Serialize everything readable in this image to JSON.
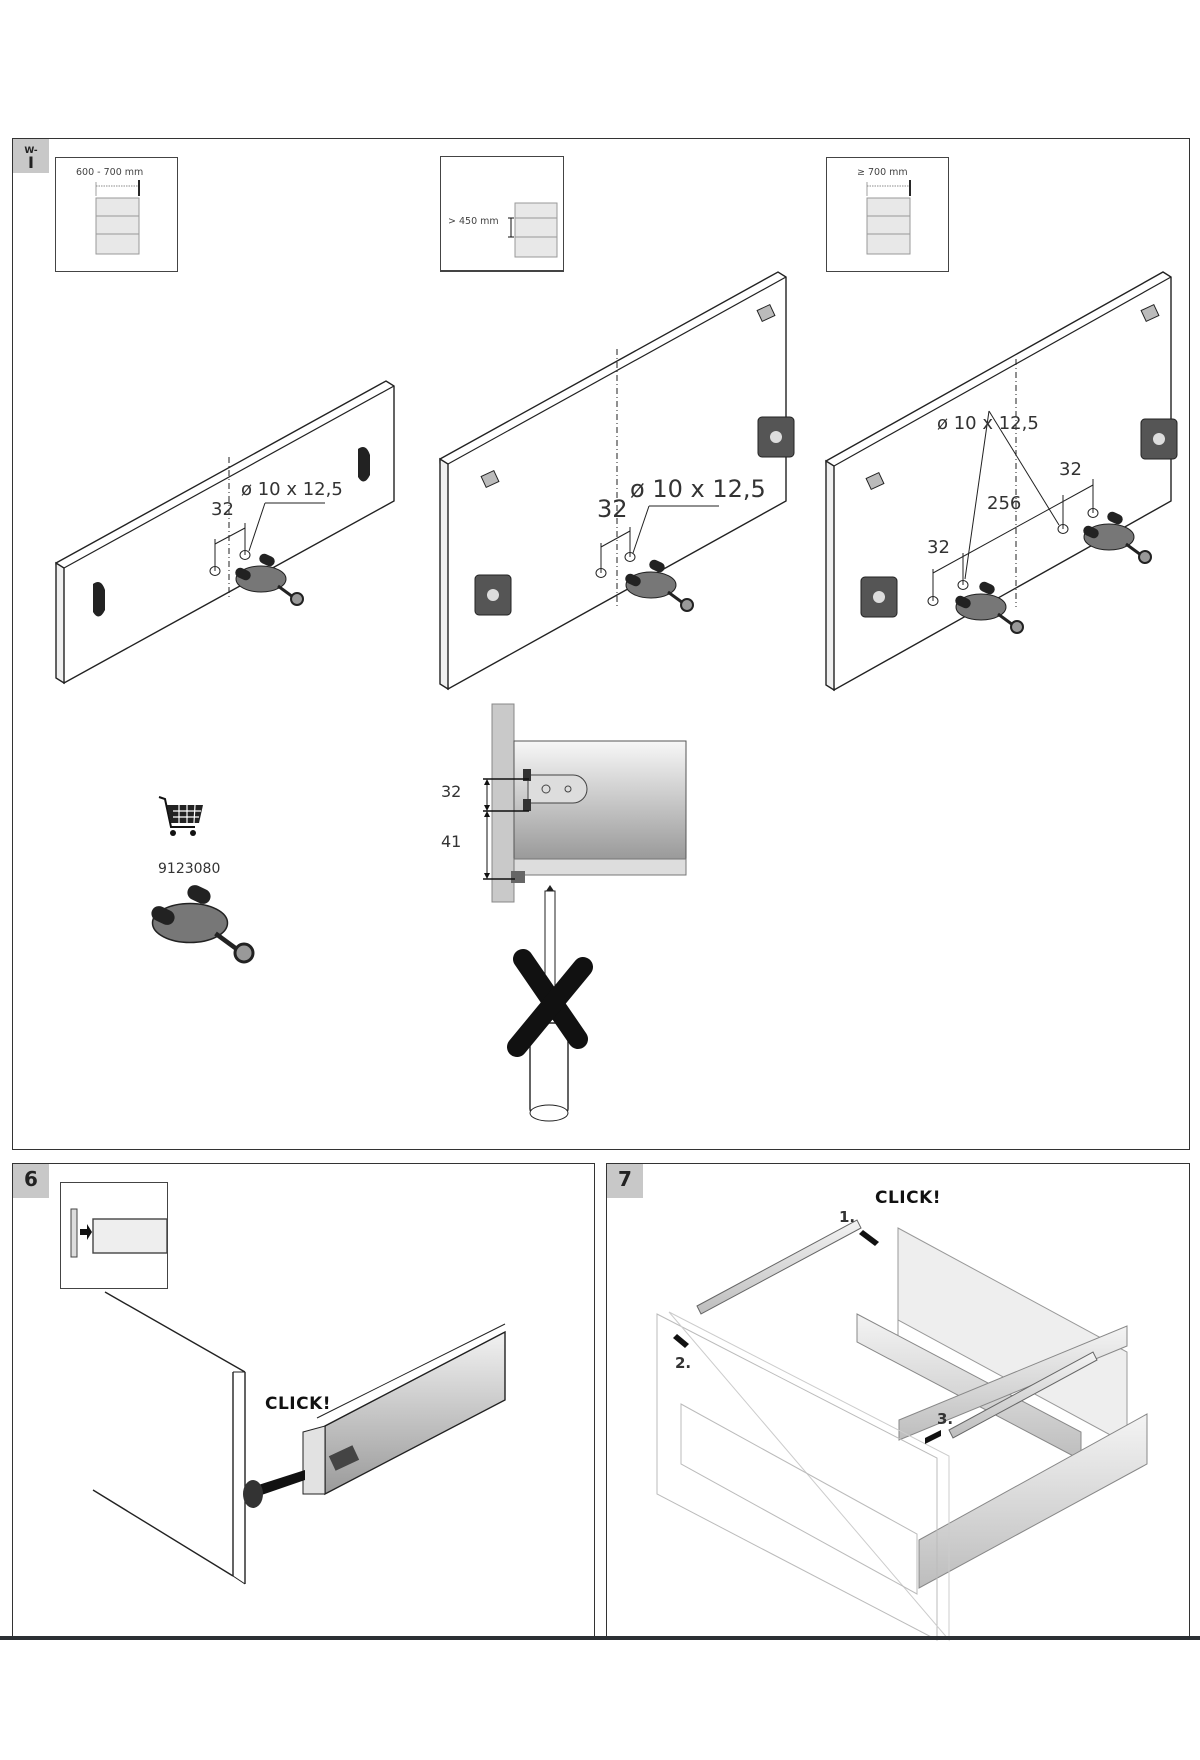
{
  "document": {
    "type": "assembly-instructions",
    "sections": [
      {
        "id": "wi",
        "badge": "W-I",
        "badge_top": "W-",
        "badge_bottom": "I",
        "cabinet_variants": [
          {
            "width_label": "600 - 700 mm",
            "hole_spec": "ø 10 x 12,5",
            "spacing": "32"
          },
          {
            "height_label": "> 450 mm",
            "hole_spec": "ø 10 x 12,5",
            "spacing": "32"
          },
          {
            "width_label": "≥ 700 mm",
            "hole_spec": "ø 10 x 12,5",
            "spacing_left": "32",
            "spacing_center": "256",
            "spacing_right": "32"
          }
        ],
        "accessory": {
          "icon": "shopping-cart-icon",
          "part_number": "9123080"
        },
        "side_view": {
          "dim_upper": "32",
          "dim_lower": "41",
          "warning": "no-screwdriver"
        }
      },
      {
        "id": "6",
        "badge": "6",
        "callout": "CLICK!"
      },
      {
        "id": "7",
        "badge": "7",
        "callout": "CLICK!",
        "steps": [
          "1.",
          "2.",
          "3."
        ]
      }
    ]
  }
}
